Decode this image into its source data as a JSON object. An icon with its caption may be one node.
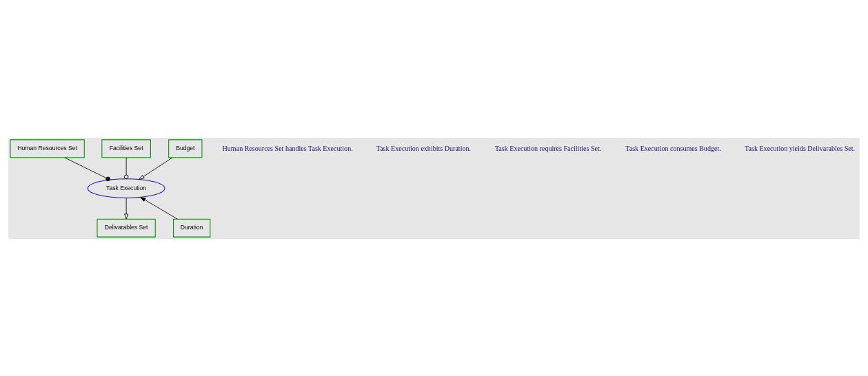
{
  "diagram": {
    "nodes": [
      {
        "text": [
          "Human Resources Set"
        ]
      },
      {
        "text": [
          "Facilities Set"
        ]
      },
      {
        "text": [
          "Budget"
        ]
      },
      {
        "text": [
          "Task Execution"
        ]
      },
      {
        "text": [
          "Duration"
        ]
      },
      {
        "text": [
          "Delivarables Set"
        ]
      }
    ],
    "edges": [
      {
        "from": 0,
        "to": 3,
        "arrow": "other"
      },
      {
        "from": 1,
        "to": 3,
        "arrow": "other"
      },
      {
        "from": 2,
        "to": 3,
        "arrow": "to"
      },
      {
        "from": 4,
        "to": 3,
        "arrow": "to"
      },
      {
        "from": 3,
        "to": 5,
        "arrow": "to"
      }
    ],
    "labels": [
      "Human Resources Set handles Task Execution.",
      "Task Execution exhibits Duration.",
      "Task Execution requires Facilities Set.",
      "Task Execution consumes Budget.",
      "Task Execution yields Delivarables Set."
    ]
  }
}
